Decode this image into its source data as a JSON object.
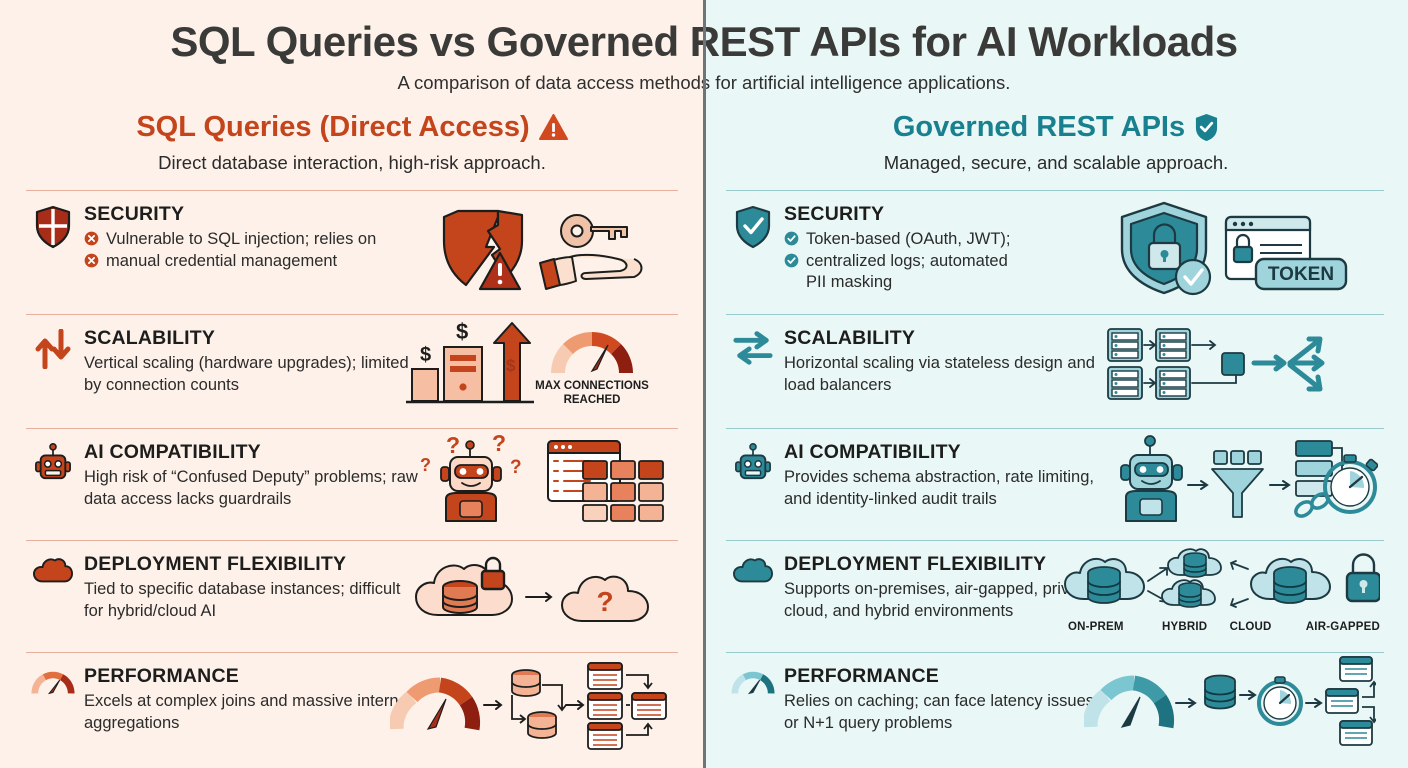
{
  "header": {
    "title": "SQL Queries vs Governed REST APIs for AI Workloads",
    "subtitle": "A comparison of data access methods for artificial intelligence applications."
  },
  "colors": {
    "left_bg": "#fdf1ea",
    "right_bg": "#e9f7f6",
    "left_accent": "#c4441c",
    "right_accent": "#18808e",
    "title_gray": "#3a3a38",
    "divider": "#6f7478"
  },
  "columns": [
    {
      "id": "sql",
      "title": "SQL Queries (Direct Access)",
      "badge_icon": "warning-triangle-icon",
      "subtitle": "Direct database interaction, high-risk approach.",
      "rows": [
        {
          "icon": "broken-shield-icon",
          "title": "SECURITY",
          "bullet_icon": "x-circle-icon",
          "bullets": [
            "Vulnerable to SQL injection; relies on",
            "manual credential management"
          ],
          "desc": "",
          "art": "broken-shield-and-key-in-hand-illustration",
          "art_caption": ""
        },
        {
          "icon": "up-down-arrows-icon",
          "title": "SCALABILITY",
          "desc": "Vertical scaling (hardware upgrades); limited by connection counts",
          "art": "cost-bars-arrow-and-max-gauge-illustration",
          "art_caption": "MAX CONNECTIONS REACHED"
        },
        {
          "icon": "robot-icon",
          "title": "AI COMPATIBILITY",
          "desc": "High risk of “Confused Deputy” problems; raw data access lacks guardrails",
          "art": "confused-robot-and-data-table-illustration",
          "art_caption": ""
        },
        {
          "icon": "cloud-icon",
          "title": "DEPLOYMENT FLEXIBILITY",
          "desc": "Tied to specific database instances; difficult for hybrid/cloud AI",
          "art": "locked-cloud-database-to-unknown-cloud-illustration",
          "art_caption": ""
        },
        {
          "icon": "gauge-icon",
          "title": "PERFORMANCE",
          "desc": "Excels at complex joins and massive internal aggregations",
          "art": "gauge-databases-and-record-flow-illustration",
          "art_caption": ""
        }
      ]
    },
    {
      "id": "rest",
      "title": "Governed REST APIs",
      "badge_icon": "shield-check-icon",
      "subtitle": "Managed, secure, and scalable approach.",
      "rows": [
        {
          "icon": "shield-check-icon",
          "title": "SECURITY",
          "bullet_icon": "check-circle-icon",
          "bullets": [
            "Token-based (OAuth, JWT);",
            "centralized logs; automated",
            "PII masking"
          ],
          "desc": "",
          "art": "locked-shield-and-token-window-illustration",
          "art_caption": "TOKEN"
        },
        {
          "icon": "exchange-arrows-icon",
          "title": "SCALABILITY",
          "desc": "Horizontal scaling via stateless design and load balancers",
          "art": "server-racks-load-balancer-fanout-illustration",
          "art_caption": ""
        },
        {
          "icon": "robot-icon",
          "title": "AI COMPATIBILITY",
          "desc": "Provides schema abstraction, rate limiting, and identity-linked audit trails",
          "art": "robot-funnel-schema-stopwatch-illustration",
          "art_caption": ""
        },
        {
          "icon": "cloud-icon",
          "title": "DEPLOYMENT FLEXIBILITY",
          "desc": "Supports on-premises, air-gapped, private cloud, and hybrid environments",
          "art": "deployment-targets-illustration",
          "art_labels": [
            "ON-PREM",
            "HYBRID",
            "CLOUD",
            "AIR-GAPPED"
          ]
        },
        {
          "icon": "gauge-icon",
          "title": "PERFORMANCE",
          "desc": "Relies on caching; can face latency issues or N+1 query problems",
          "art": "gauge-stopwatch-and-record-flow-illustration",
          "art_caption": ""
        }
      ]
    }
  ]
}
